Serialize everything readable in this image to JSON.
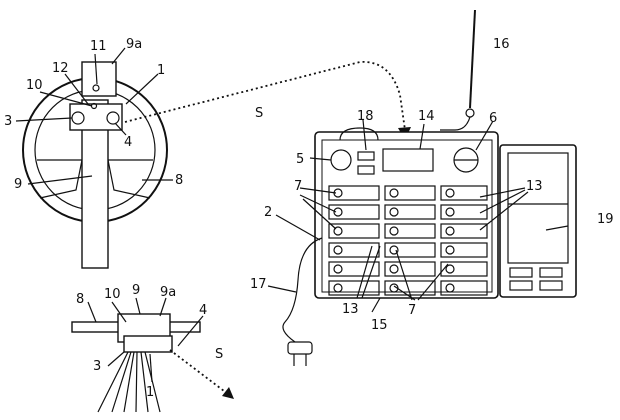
{
  "labels": {
    "n11": "11",
    "n9a_top": "9a",
    "n12": "12",
    "n1_top": "1",
    "n10_top": "10",
    "n3_top": "3",
    "n4_top": "4",
    "n9_top": "9",
    "n8_top": "8",
    "nS_top": "S",
    "n16": "16",
    "n18": "18",
    "n14": "14",
    "n6": "6",
    "n5": "5",
    "n7_upper": "7",
    "n13_upper": "13",
    "n2": "2",
    "n19": "19",
    "n17": "17",
    "n13_lower": "13",
    "n15": "15",
    "n7_lower": "7",
    "n8_bot": "8",
    "n10_bot": "10",
    "n9_bot": "9",
    "n9a_bot": "9a",
    "n4_bot": "4",
    "n3_bot": "3",
    "n1_bot": "1",
    "nS_bot": "S"
  }
}
